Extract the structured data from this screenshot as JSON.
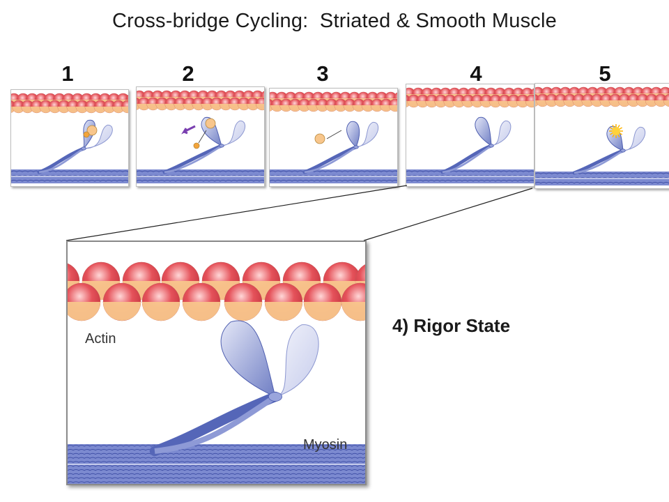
{
  "title": "Cross-bridge Cycling:  Striated & Smooth Muscle",
  "steps": [
    "1",
    "2",
    "3",
    "4",
    "5"
  ],
  "detail": {
    "heading": "4) Rigor State",
    "actin_label": "Actin",
    "myosin_label": "Myosin"
  },
  "colors": {
    "actin_red": "#e5525a",
    "actin_peach": "#f8c68c",
    "myosin_blue": "#6f7ec4",
    "myosin_light": "#c6ccec",
    "thick_filament": "#5a6cc0",
    "arrow_purple": "#7a3fb0",
    "phosphate": "#f3a43b"
  }
}
